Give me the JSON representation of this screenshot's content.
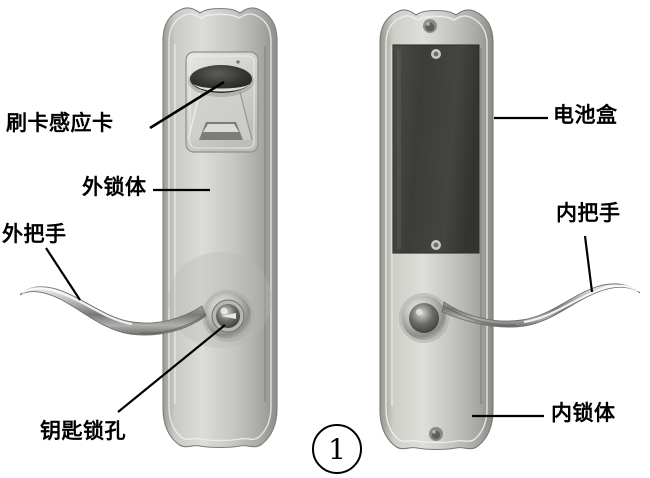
{
  "figure": {
    "number": "①",
    "caption_number": "1"
  },
  "labels": {
    "card_reader": "刷卡感应卡",
    "outer_lock_body": "外锁体",
    "outer_handle": "外把手",
    "key_hole": "钥匙锁孔",
    "battery_box": "电池盒",
    "inner_handle": "内把手",
    "inner_lock_body": "内锁体"
  },
  "parts": {
    "left_plate": "outer-lock-plate",
    "right_plate": "inner-lock-plate",
    "card_panel": "card-reader-panel",
    "card_slot": "card-slot-oval",
    "keyway": "key-cylinder",
    "battery_cover": "battery-cover",
    "left_lever": "outer-lever-handle",
    "right_lever": "inner-lever-handle"
  },
  "colors": {
    "ink": "#000000",
    "background": "#ffffff",
    "metal_light": "#d8d8d6",
    "metal_mid": "#b3b3b0",
    "metal_dark": "#8f8f8c",
    "battery_dark": "#3b3b39"
  }
}
